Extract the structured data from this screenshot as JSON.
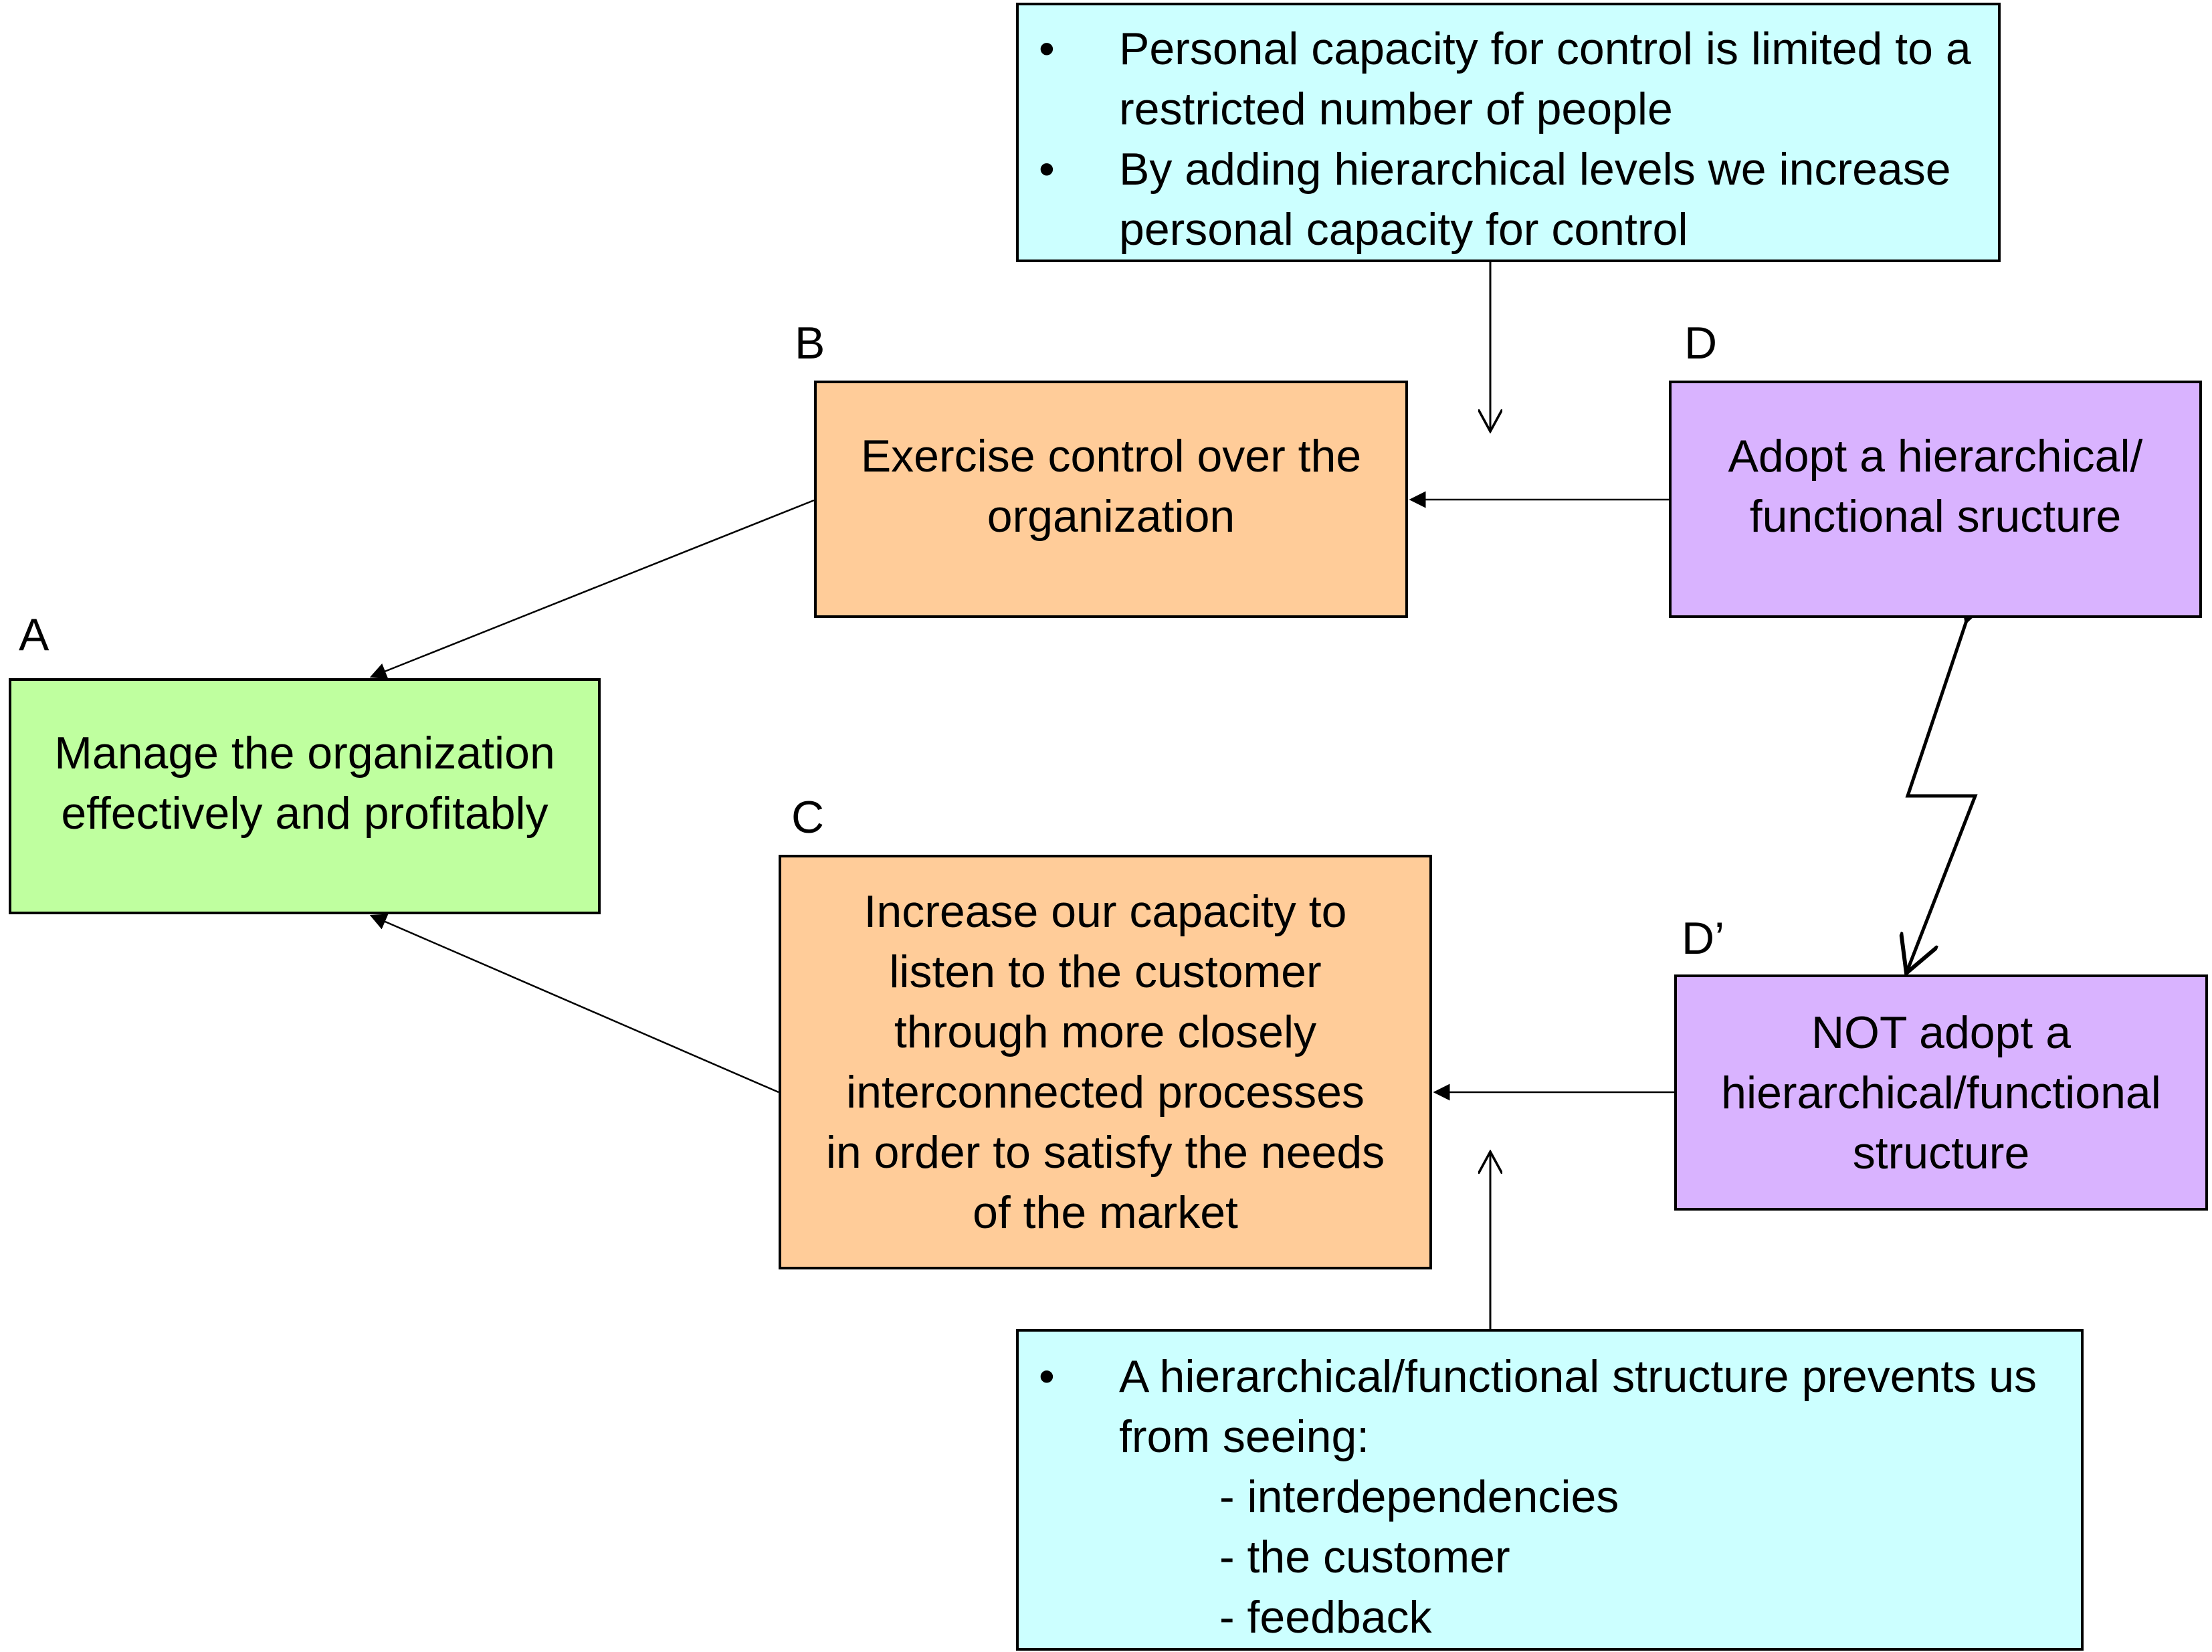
{
  "nodes": {
    "A": {
      "label": "A",
      "text": "Manage the organization\neffectively and profitably",
      "color": "#bfff9f"
    },
    "B": {
      "label": "B",
      "text": "Exercise control over the\norganization",
      "color": "#ffcc99"
    },
    "C": {
      "label": "C",
      "text": "Increase our capacity to\nlisten to the customer\nthrough more closely\ninterconnected processes\nin order to satisfy the needs\nof the market",
      "color": "#ffcc99"
    },
    "D": {
      "label": "D",
      "text": "Adopt a hierarchical/\nfunctional sructure",
      "color": "#d9b3ff"
    },
    "D_prime": {
      "label": "D’",
      "text": "NOT adopt a\nhierarchical/functional\nstructure",
      "color": "#d9b3ff"
    }
  },
  "assumptions": {
    "top": {
      "color": "#ccffff",
      "bullets": [
        "Personal capacity for control is limited to a restricted number of people",
        "By adding hierarchical levels we increase personal capacity for control"
      ]
    },
    "bottom": {
      "color": "#ccffff",
      "bullets": [
        "A hierarchical/functional structure prevents us from seeing:"
      ],
      "sub_items": [
        "- interdependencies",
        "- the customer",
        "- feedback"
      ]
    }
  },
  "edges": [
    {
      "from": "B",
      "to": "A",
      "type": "arrow"
    },
    {
      "from": "C",
      "to": "A",
      "type": "arrow"
    },
    {
      "from": "D",
      "to": "B",
      "type": "arrow"
    },
    {
      "from": "D_prime",
      "to": "C",
      "type": "arrow"
    },
    {
      "from": "D",
      "to": "D_prime",
      "type": "conflict"
    },
    {
      "from": "assumption-top",
      "to": "edge-D-B",
      "type": "open-arrow"
    },
    {
      "from": "assumption-bottom",
      "to": "edge-Dprime-C",
      "type": "open-arrow"
    }
  ]
}
